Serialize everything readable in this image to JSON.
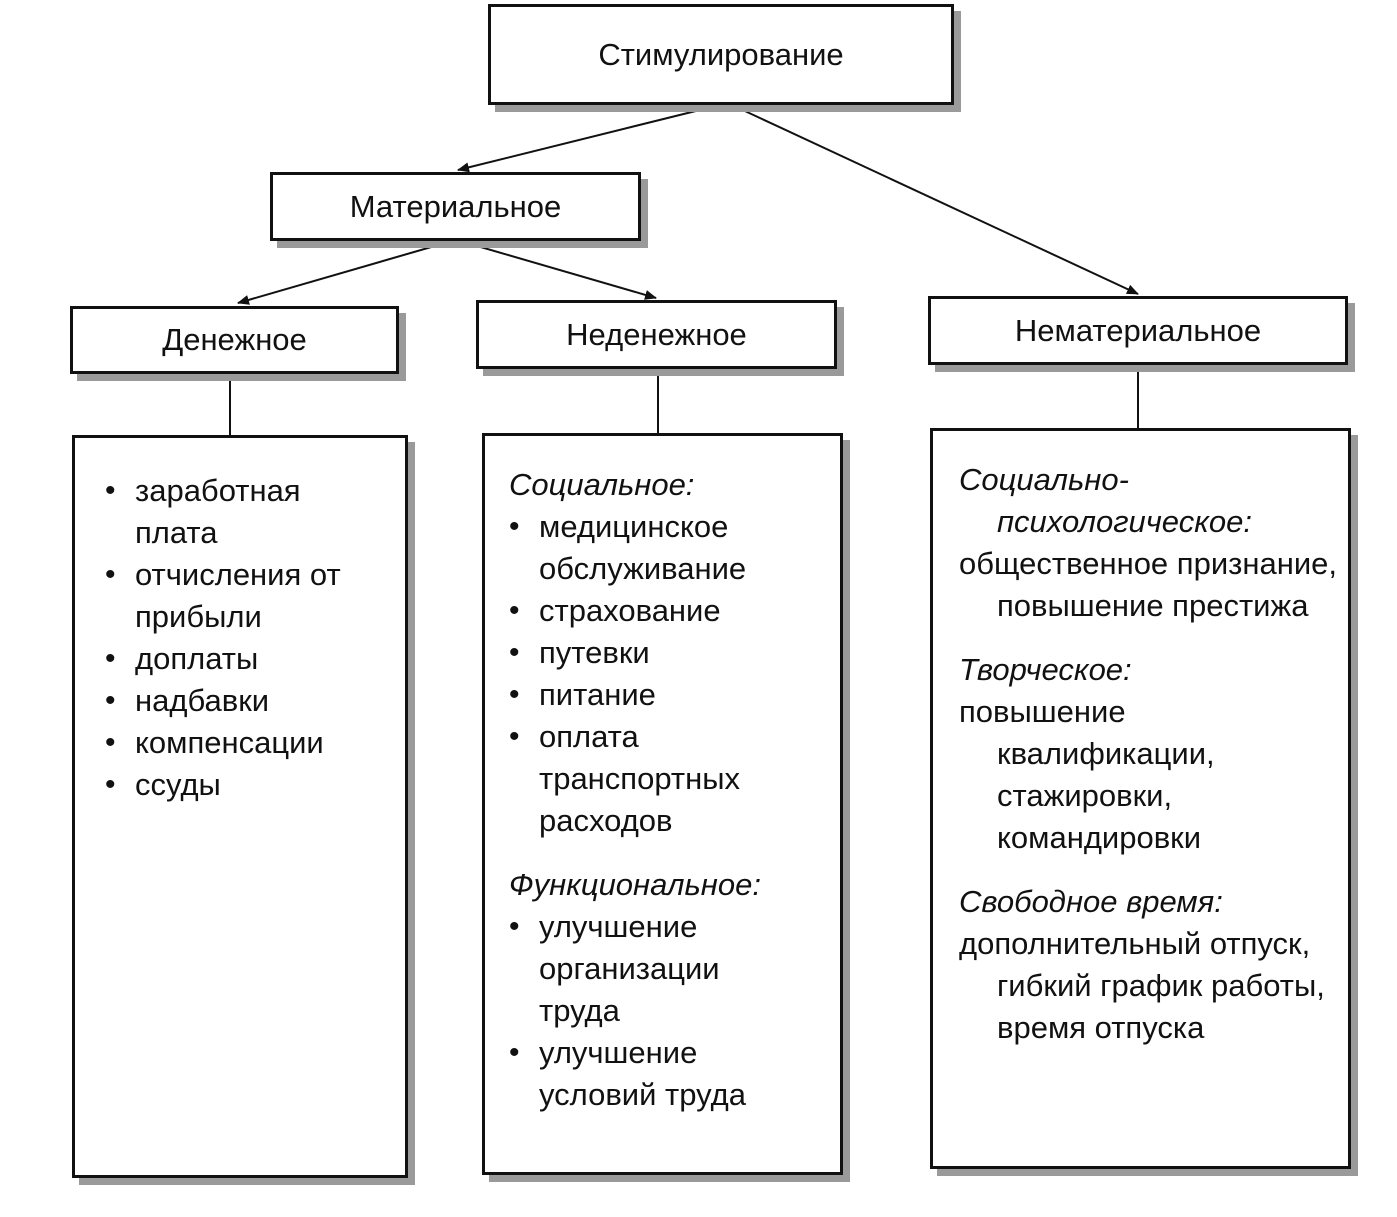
{
  "diagram": {
    "root": "Стимулирование",
    "material": "Материальное",
    "monetary": "Денежное",
    "nonmonetary": "Неденежное",
    "nonmaterial": "Нематериальное",
    "monetary_items": [
      "заработная плата",
      "отчисления от прибыли",
      "доплаты",
      "надбавки",
      "компенсации",
      "ссуды"
    ],
    "nonmonetary_groups": [
      {
        "title": "Социальное:",
        "items": [
          "медицинское обслуживание",
          "страхование",
          "путевки",
          "питание",
          "оплата транспортных расходов"
        ]
      },
      {
        "title": "Функциональное:",
        "items": [
          "улучшение организации труда",
          "улучшение условий труда"
        ]
      }
    ],
    "nonmaterial_groups": [
      {
        "title": "Социально-психологическое:",
        "text": "общественное признание, повышение престижа"
      },
      {
        "title": "Творческое:",
        "text": "повышение квалификации, стажировки, командировки"
      },
      {
        "title": "Свободное время:",
        "text": "дополнительный отпуск, гибкий график работы, время отпуска"
      }
    ]
  }
}
